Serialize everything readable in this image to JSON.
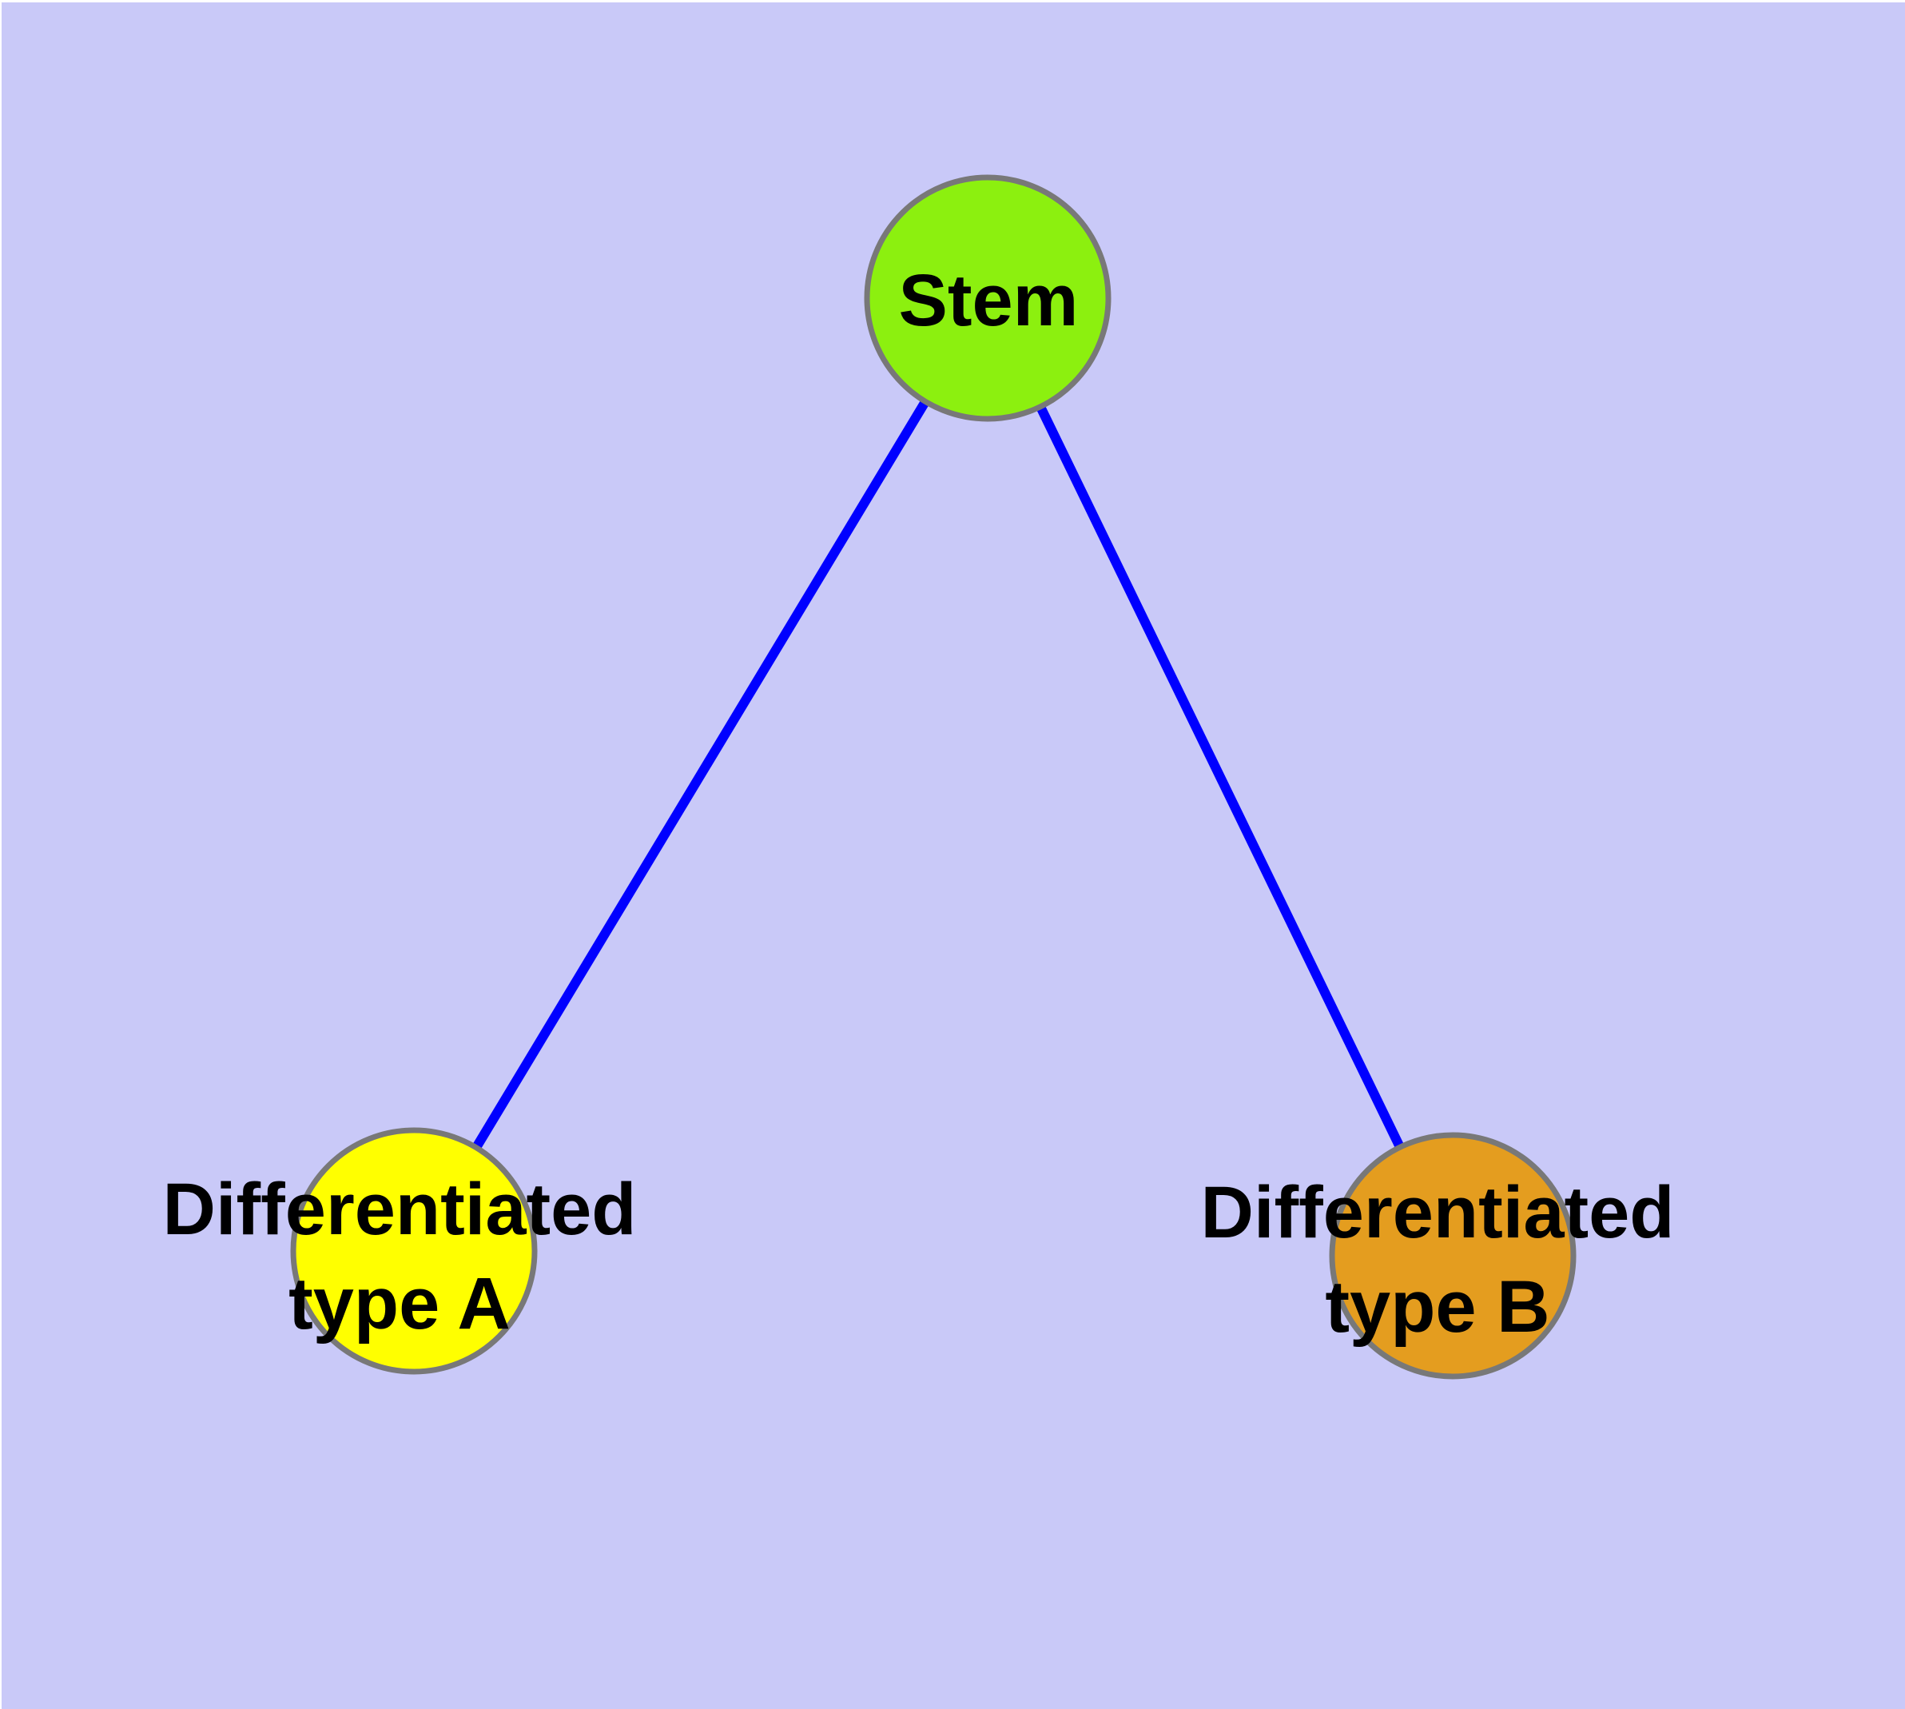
{
  "diagram": {
    "type": "graph",
    "background_color": "#c9c9f8",
    "margin_color": "#ffffff",
    "edge_color": "#0000ff",
    "node_border_color": "#787878",
    "label_color": "#000000",
    "nodes": [
      {
        "id": "stem",
        "label": "Stem",
        "color": "#8cf00f"
      },
      {
        "id": "differentiated-type-a",
        "label": "Differentiated\ntype A",
        "color": "#ffff00"
      },
      {
        "id": "differentiated-type-b",
        "label": "Differentiated\ntype B",
        "color": "#e49d1f"
      }
    ],
    "edges": [
      {
        "from": "Stem",
        "to": "Differentiated type A"
      },
      {
        "from": "Stem",
        "to": "Differentiated type B"
      }
    ]
  }
}
